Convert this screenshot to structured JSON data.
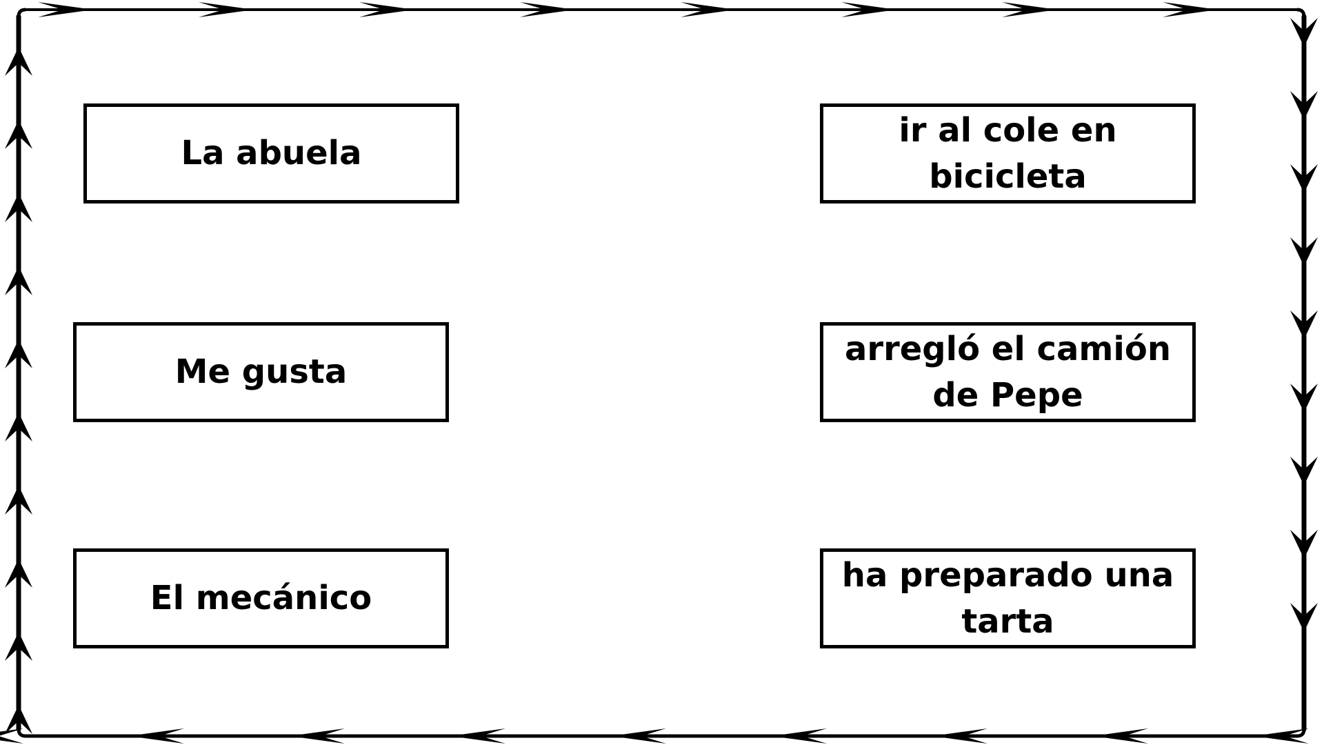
{
  "colors": {
    "stroke": "#000000",
    "background": "#ffffff"
  },
  "boxes": {
    "left_1": "La abuela",
    "left_2": "Me gusta",
    "left_3": "El mecánico",
    "right_1": "ir al cole en bicicleta",
    "right_2": "arregló el camión de Pepe",
    "right_3": "ha preparado una tarta"
  },
  "frame": {
    "flow": "clockwise",
    "top_arrows": 8,
    "right_arrows": 9,
    "bottom_arrows": 9,
    "left_arrows": 10
  }
}
